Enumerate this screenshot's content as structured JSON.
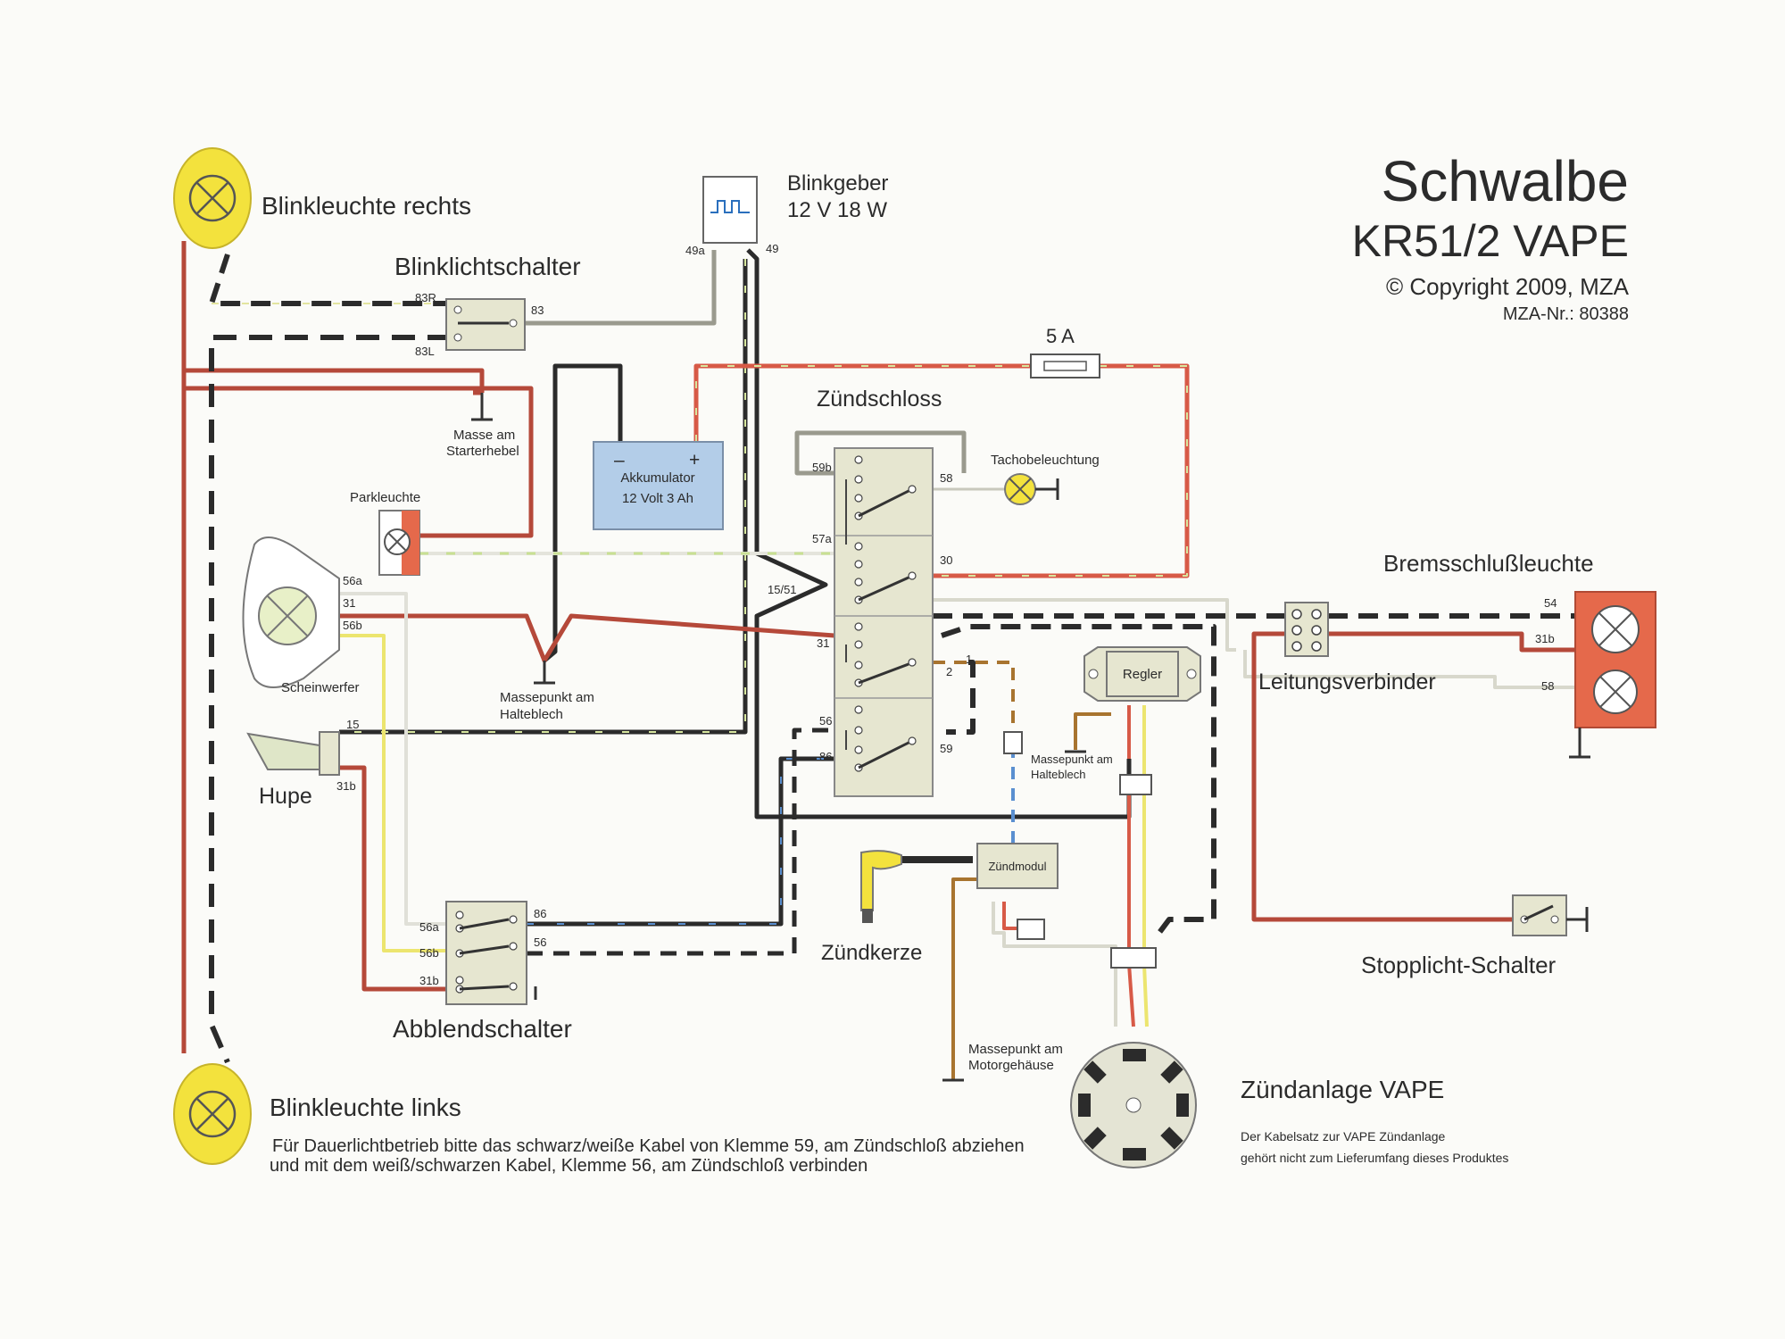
{
  "title": {
    "main": "Schwalbe",
    "model": "KR51/2 VAPE",
    "copyright": "© Copyright 2009, MZA",
    "number": "MZA-Nr.: 80388"
  },
  "components": {
    "blinker_right": "Blinkleuchte rechts",
    "blinker_left": "Blinkleuchte links",
    "blinkgeber_line1": "Blinkgeber",
    "blinkgeber_line2": "12 V 18 W",
    "blinklichtschalter": "Blinklichtschalter",
    "fuse": "5 A",
    "zuendschloss": "Zündschloss",
    "tachobeleuchtung": "Tachobeleuchtung",
    "akku_line1": "Akkumulator",
    "akku_line2": "12 Volt 3 Ah",
    "akku_minus": "–",
    "akku_plus": "+",
    "masse_starter_1": "Masse am",
    "masse_starter_2": "Starterhebel",
    "parkleuchte": "Parkleuchte",
    "scheinwerfer": "Scheinwerfer",
    "masse_halteblech_1": "Massepunkt am",
    "masse_halteblech_2": "Halteblech",
    "hupe": "Hupe",
    "abblendschalter": "Abblendschalter",
    "zuendkerze": "Zündkerze",
    "zuendmodul": "Zündmodul",
    "regler": "Regler",
    "masse_regler_1": "Massepunkt am",
    "masse_regler_2": "Halteblech",
    "masse_motor_1": "Massepunkt am",
    "masse_motor_2": "Motorgehäuse",
    "bremsschluss": "Bremsschlußleuchte",
    "leitungsverbinder": "Leitungsverbinder",
    "stopplicht": "Stopplicht-Schalter",
    "zuendanlage": "Zündanlage VAPE"
  },
  "pins": {
    "p83R": "83R",
    "p83L": "83L",
    "p83": "83",
    "p49a": "49a",
    "p49": "49",
    "p59b": "59b",
    "p58": "58",
    "p57a": "57a",
    "p30": "30",
    "p1551": "15/51",
    "p31z": "31",
    "p2": "2",
    "p56z": "56",
    "p86z": "86",
    "p59": "59",
    "p56a_s": "56a",
    "p31_s": "31",
    "p56b_s": "56b",
    "p15": "15",
    "p31b_h": "31b",
    "p56a_a": "56a",
    "p56b_a": "56b",
    "p31b_a": "31b",
    "p86_a": "86",
    "p56_a": "56",
    "p54": "54",
    "p31b_b": "31b",
    "p58_b": "58",
    "p1_z": "1"
  },
  "notes": {
    "dauerlicht_1": "Für Dauerlichtbetrieb bitte das schwarz/weiße Kabel von Klemme 59, am Zündschloß abziehen",
    "dauerlicht_2": "und mit dem weiß/schwarzen Kabel, Klemme 56, am Zündschloß verbinden",
    "vape_1": "Der Kabelsatz zur VAPE Zündanlage",
    "vape_2": "gehört nicht zum Lieferumfang dieses Produktes"
  },
  "colors": {
    "wire_red": "#b5493a",
    "wire_black": "#2b2b2b",
    "wire_yellow": "#e8e26a",
    "wire_green_stripe": "#d9e8a0",
    "wire_grey": "#9a9a8e",
    "wire_blue": "#5a8fd0",
    "wire_brown": "#a8742f",
    "wire_white": "#e4e4dc",
    "lamp_yellow": "#f3e23d",
    "tail_light": "#e5694b",
    "battery_fill": "#b3cde8",
    "component_fill": "#e6e6d0"
  }
}
